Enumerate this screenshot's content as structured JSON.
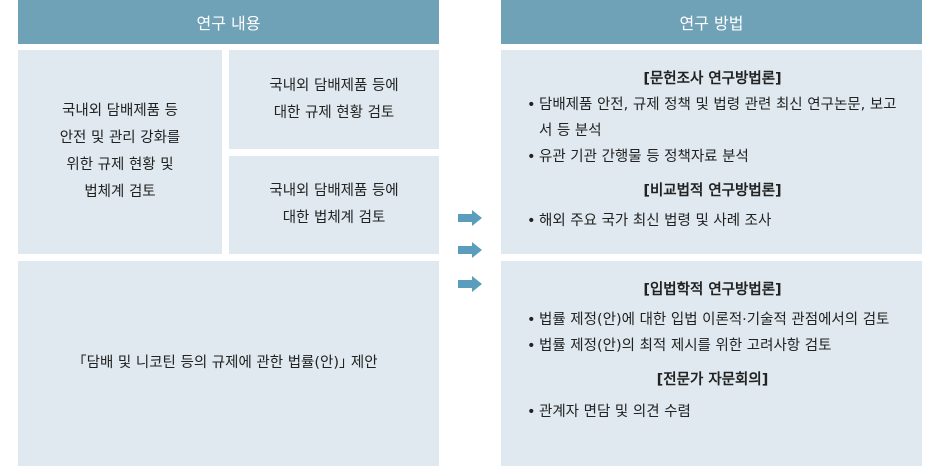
{
  "headers": {
    "content": "연구 내용",
    "method": "연구 방법"
  },
  "content": {
    "main": "국내외 담배제품 등\n안전 및 관리 강화를\n위한 규제 현황 및\n법체계 검토",
    "sub1": "국내외 담배제품 등에\n대한 규제 현황 검토",
    "sub2": "국내외 담배제품 등에\n대한 법체계 검토",
    "bottom": "｢담배 및 니코틴 등의 규제에 관한 법률(안)｣ 제안"
  },
  "arrow_color": "#5b9dbc",
  "methods_top": [
    {
      "title": "[문헌조사 연구방법론]",
      "items": [
        "담배제품 안전, 규제 정책 및 법령 관련 최신 연구논문, 보고서 등 분석",
        "유관 기관 간행물 등 정책자료 분석"
      ]
    },
    {
      "title": "[비교법적 연구방법론]",
      "items": [
        "해외 주요 국가 최신 법령 및 사례 조사"
      ]
    }
  ],
  "methods_bottom": [
    {
      "title": "[입법학적 연구방법론]",
      "items": [
        "법률 제정(안)에 대한 입법 이론적·기술적 관점에서의 검토",
        "법률 제정(안)의 최적 제시를 위한 고려사항 검토"
      ]
    },
    {
      "title": "[전문가 자문회의]",
      "items": [
        "관계자 면담 및 의견 수렴"
      ]
    }
  ]
}
